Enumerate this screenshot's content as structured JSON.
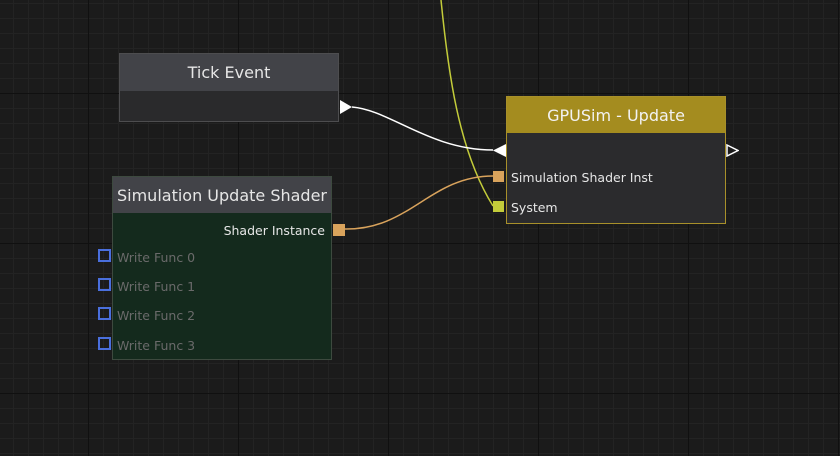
{
  "colors": {
    "grid_bg": "#1b1b1b",
    "exec_wire": "#ffffff",
    "shader_wire": "#d9a35c",
    "system_wire": "#c3cc3a",
    "gpusim_header": "#a48c1f",
    "write_func_pin": "#4a6fdd"
  },
  "nodes": {
    "tick_event": {
      "title": "Tick Event",
      "pins": [
        {
          "label": "",
          "type": "exec-out",
          "icon": "exec-arrow-icon"
        }
      ]
    },
    "gpusim_update": {
      "title": "GPUSim - Update",
      "pins": [
        {
          "label": "",
          "type": "exec-in",
          "icon": "exec-arrow-icon"
        },
        {
          "label": "",
          "type": "exec-out",
          "icon": "exec-arrow-outline-icon"
        },
        {
          "label": "Simulation Shader Inst",
          "type": "input",
          "color": "#d9a35c"
        },
        {
          "label": "System",
          "type": "input",
          "color": "#c3cc3a"
        }
      ]
    },
    "simulation_update_shader": {
      "title": "Simulation Update Shader",
      "output_label": "Shader Instance",
      "write_funcs": [
        "Write Func 0",
        "Write Func 1",
        "Write Func 2",
        "Write Func 3"
      ]
    }
  },
  "connections": [
    {
      "from": "tick_event.exec-out",
      "to": "gpusim_update.exec-in"
    },
    {
      "from": "simulation_update_shader.Shader Instance",
      "to": "gpusim_update.Simulation Shader Inst"
    },
    {
      "from": "offscreen",
      "to": "gpusim_update.System"
    }
  ]
}
